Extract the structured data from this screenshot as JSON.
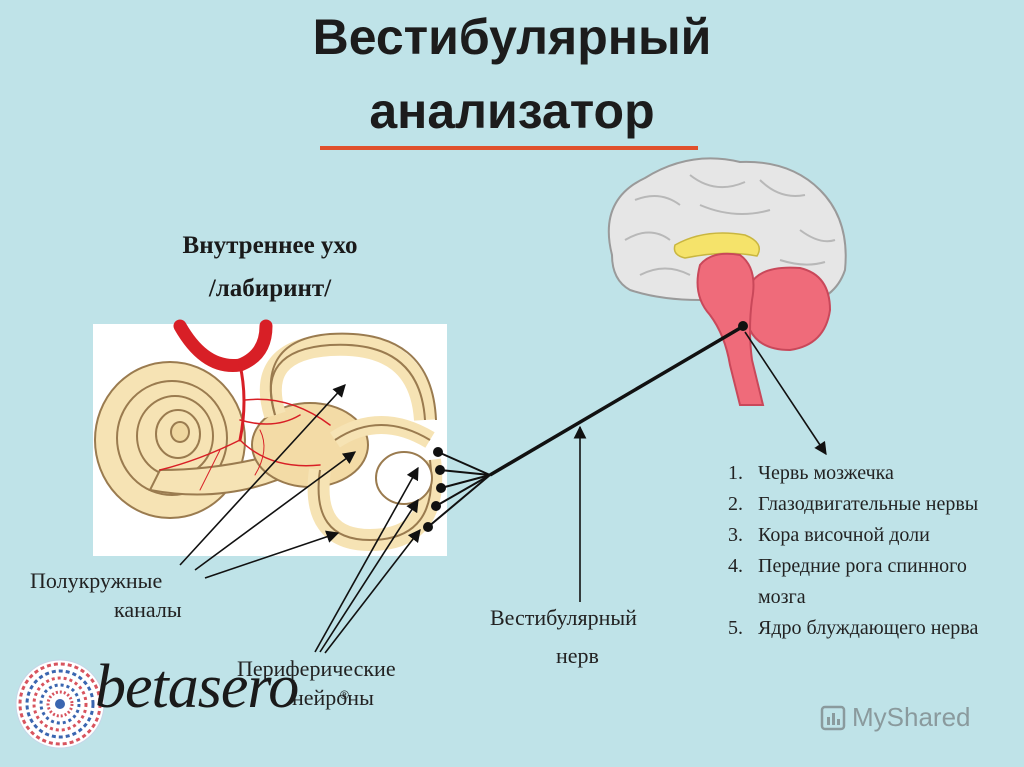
{
  "title": {
    "line1": "Вестибулярный",
    "line2": "анализатор"
  },
  "subtitle": {
    "line1": "Внутреннее ухо",
    "line2": "/лабиринт/"
  },
  "labels": {
    "canals_1": "Полукружные",
    "canals_2": "каналы",
    "neurons_1": "Периферические",
    "neurons_2": "нейроны",
    "nerve_1": "Вестибулярный",
    "nerve_2": "нерв"
  },
  "list": [
    {
      "num": "1.",
      "text": "Червь мозжечка"
    },
    {
      "num": "2.",
      "text": "Глазодвигательные нервы"
    },
    {
      "num": "3.",
      "text": "Кора височной доли"
    },
    {
      "num": "4.",
      "text": "Передние рога спинного мозга"
    },
    {
      "num": "5.",
      "text": "Ядро блуждающего нерва"
    }
  ],
  "logo": {
    "text": "betasero",
    "reg": "®"
  },
  "watermark": {
    "text": "MyShared"
  },
  "colors": {
    "background": "#bfe3e8",
    "underline": "#e0502c",
    "ear": "#f6e3b4",
    "vessel": "#d81f26",
    "brainstem": "#ef6b7a",
    "brain": "#e6e6e6"
  }
}
